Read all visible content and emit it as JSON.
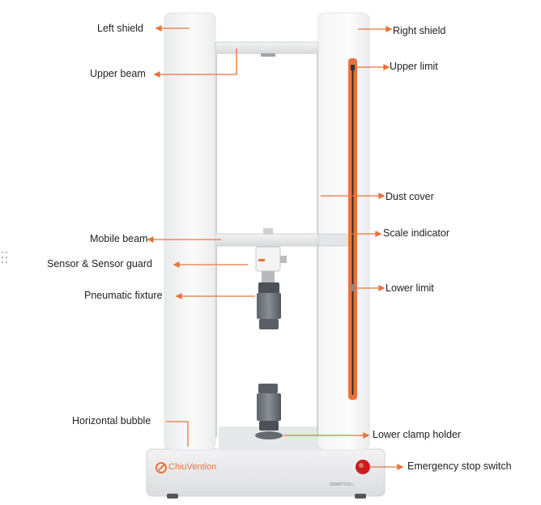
{
  "diagram": {
    "brand": "ChiuVention",
    "model_text": "SMARTFULL",
    "accent_color": "#e8743b",
    "labels": {
      "left_shield": "Left shield",
      "right_shield": "Right shield",
      "upper_beam": "Upper beam",
      "upper_limit": "Upper limit",
      "dust_cover": "Dust cover",
      "mobile_beam": "Mobile beam",
      "scale_indicator": "Scale indicator",
      "sensor_guard": "Sensor & Sensor guard",
      "pneumatic_fixture": "Pneumatic fixture",
      "lower_limit": "Lower limit",
      "horizontal_bubble": "Horizontal bubble",
      "lower_clamp_holder": "Lower clamp holder",
      "emergency_stop": "Emergency stop switch"
    }
  }
}
